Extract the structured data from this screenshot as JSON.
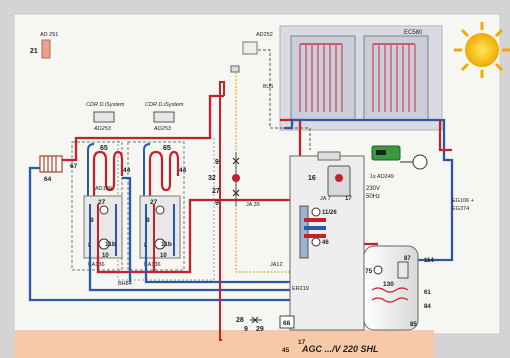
{
  "labels": {
    "ad251": "AD 251",
    "n21": "21",
    "ad252": "AD252",
    "bus": "BUS",
    "ec580": "EC580",
    "cdr1": "CDR D.iSystem",
    "cdr2": "CDR D.iSystem",
    "ad253a": "AD253",
    "ad253b": "AD253",
    "ad249": "1x AD249",
    "v230": "230V",
    "hz50": "50Hz",
    "eg106": "EG106 +",
    "eg374": "EG374",
    "n64": "64",
    "n67": "67",
    "n65a": "65",
    "n65b": "65",
    "n44a": "44",
    "n44b": "44",
    "ad199": "AD199",
    "n27a": "27",
    "n27b": "27",
    "n9a": "9",
    "n9b": "9",
    "n11ba": "11b",
    "n11bb": "11b",
    "n10a": "10",
    "n10b": "10",
    "la": "L",
    "lb": "L",
    "ea136a": "EA136",
    "ea136b": "EA136",
    "bh84": "BH84",
    "n9c": "9",
    "n32": "32",
    "n27c": "27",
    "n9d": "9",
    "ja35": "JA 35",
    "ja7": "JA 7",
    "n16": "16",
    "n1126": "11/26",
    "n17": "17",
    "n46": "46",
    "ja12": "JA12",
    "n75": "75",
    "n130": "130",
    "n87": "87",
    "n61": "61",
    "n84": "84",
    "n85": "85",
    "n114": "114",
    "er219": "ER219",
    "n28": "28",
    "n9e": "9",
    "n29": "29",
    "n68": "68",
    "n17b": "17",
    "n45": "45",
    "agc": "AGC .../V 220 SHL"
  }
}
